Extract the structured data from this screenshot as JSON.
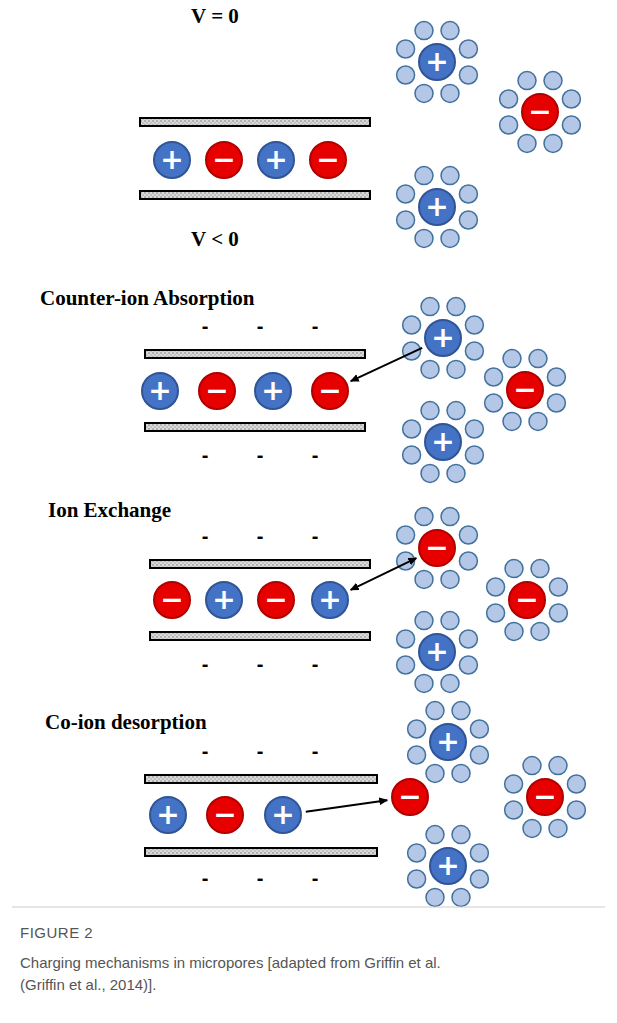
{
  "diagram": {
    "caption": "Charging mechanisms in micropores [adapted from Griffin et al. (Griffin et al., 2014)].",
    "nodes": [
      {
        "text": [
          "+"
        ]
      },
      {
        "text": [
          "−"
        ]
      },
      {
        "text": [
          "+"
        ]
      },
      {
        "text": [
          "−"
        ]
      },
      {
        "text": [
          "+"
        ]
      },
      {
        "text": [
          "−"
        ]
      },
      {
        "text": [
          "+"
        ]
      },
      {
        "text": [
          "+"
        ]
      },
      {
        "text": [
          "−"
        ]
      },
      {
        "text": [
          "+"
        ]
      },
      {
        "text": [
          "−"
        ]
      },
      {
        "text": [
          "+"
        ]
      },
      {
        "text": [
          "−"
        ]
      },
      {
        "text": [
          "+"
        ]
      },
      {
        "text": [
          "−"
        ]
      },
      {
        "text": [
          "+"
        ]
      },
      {
        "text": [
          "−"
        ]
      },
      {
        "text": [
          "+"
        ]
      },
      {
        "text": [
          "−"
        ]
      },
      {
        "text": [
          "−"
        ]
      },
      {
        "text": [
          "+"
        ]
      },
      {
        "text": [
          "+"
        ]
      },
      {
        "text": [
          "−"
        ]
      },
      {
        "text": [
          "+"
        ]
      },
      {
        "text": [
          "−"
        ]
      },
      {
        "text": [
          "+"
        ]
      },
      {
        "text": [
          "−"
        ]
      },
      {
        "text": [
          "+"
        ]
      }
    ],
    "edges": [
      {
        "from": 11,
        "to": 10,
        "arrow": "to"
      },
      {
        "from": 17,
        "to": 18,
        "arrow": "both"
      },
      {
        "from": 23,
        "to": 24,
        "arrow": "to"
      }
    ],
    "labels": [
      "V = 0",
      "V < 0",
      "Counter-ion Absorption",
      "-",
      "-",
      "-",
      "-",
      "-",
      "-",
      "Ion Exchange",
      "-",
      "-",
      "-",
      "-",
      "-",
      "-",
      "Co-ion desorption",
      "-",
      "-",
      "-",
      "-",
      "-",
      "-",
      "FIGURE 2"
    ]
  }
}
